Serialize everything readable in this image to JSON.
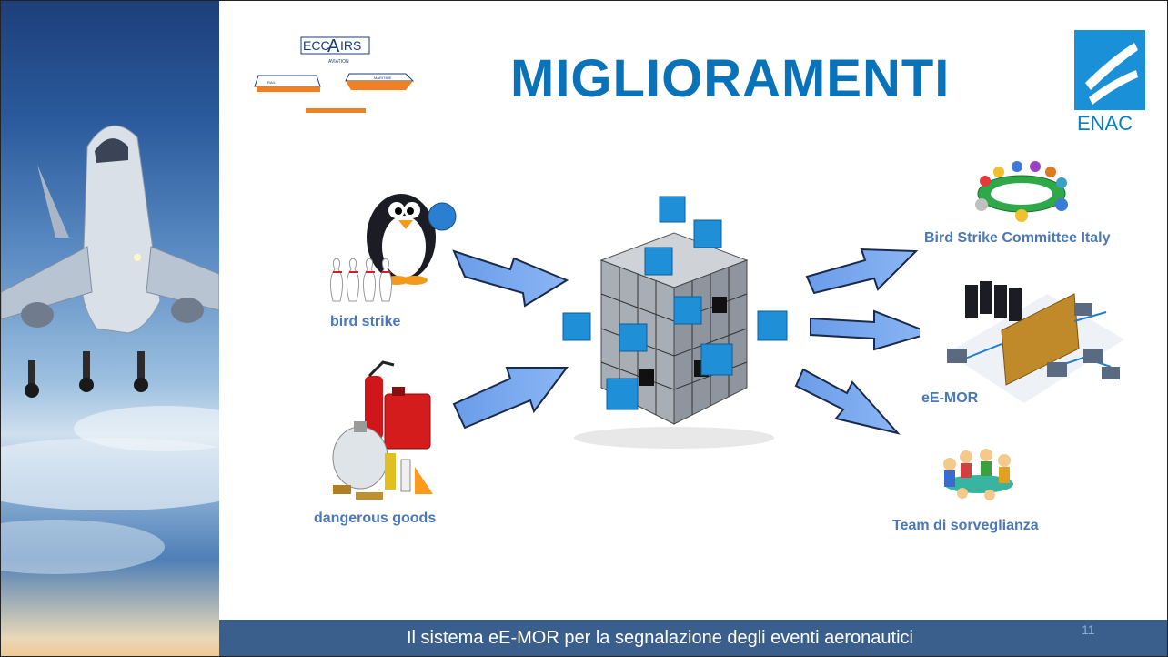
{
  "slide": {
    "title": "MIGLIORAMENTI",
    "footer": "Il sistema eE-MOR  per la segnalazione degli eventi aeronautici",
    "page_number": "11"
  },
  "logos": {
    "eccairs": {
      "text": "ECCAIRS",
      "sub": "AVIATION",
      "left": "RAIL",
      "right": "MARITIME"
    },
    "enac": {
      "text": "ENAC"
    }
  },
  "inputs": [
    {
      "label": "bird strike",
      "icon": "penguin-bowling-icon"
    },
    {
      "label": "dangerous goods",
      "icon": "dangerous-goods-icon"
    }
  ],
  "outputs": [
    {
      "label": "Bird Strike Committee Italy",
      "icon": "committee-icon"
    },
    {
      "label": "eE-MOR",
      "icon": "network-icon"
    },
    {
      "label": "Team di sorveglianza",
      "icon": "team-meeting-icon"
    }
  ],
  "colors": {
    "title": "#0a72b8",
    "footer_bg": "#3b5f8c",
    "label": "#4a78b8",
    "arrow": "#6fa0ef",
    "cube_blue": "#1f8fd8"
  }
}
